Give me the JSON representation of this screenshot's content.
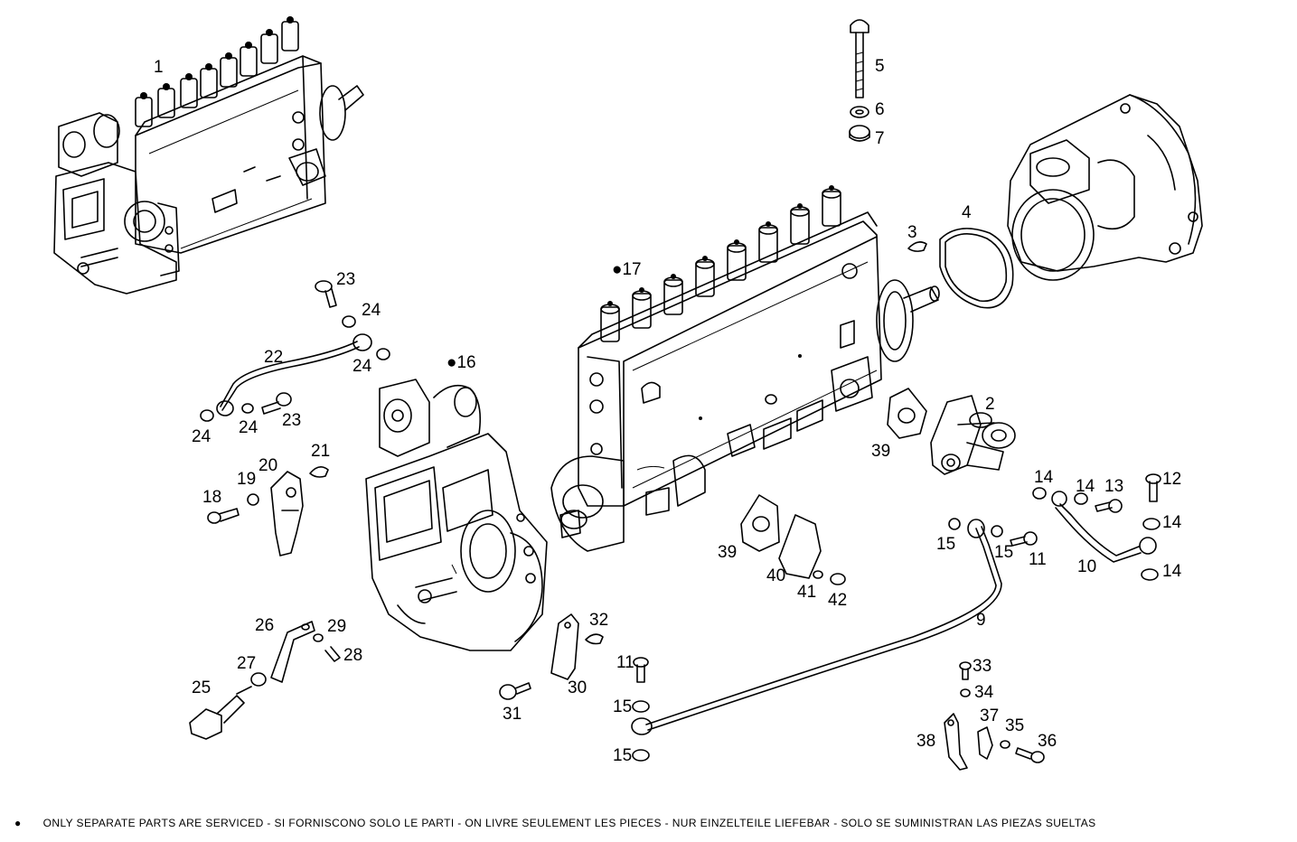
{
  "callouts": [
    {
      "id": "c1",
      "label": "1"
    },
    {
      "id": "c2",
      "label": "2"
    },
    {
      "id": "c3",
      "label": "3"
    },
    {
      "id": "c4",
      "label": "4"
    },
    {
      "id": "c5",
      "label": "5"
    },
    {
      "id": "c6",
      "label": "6"
    },
    {
      "id": "c7",
      "label": "7"
    },
    {
      "id": "c9",
      "label": "9"
    },
    {
      "id": "c10",
      "label": "10"
    },
    {
      "id": "c11a",
      "label": "11"
    },
    {
      "id": "c11b",
      "label": "11"
    },
    {
      "id": "c12",
      "label": "12"
    },
    {
      "id": "c13",
      "label": "13"
    },
    {
      "id": "c14a",
      "label": "14"
    },
    {
      "id": "c14b",
      "label": "14"
    },
    {
      "id": "c14c",
      "label": "14"
    },
    {
      "id": "c14d",
      "label": "14"
    },
    {
      "id": "c15a",
      "label": "15"
    },
    {
      "id": "c15b",
      "label": "15"
    },
    {
      "id": "c15c",
      "label": "15"
    },
    {
      "id": "c15d",
      "label": "15"
    },
    {
      "id": "c16",
      "label": "●16"
    },
    {
      "id": "c17",
      "label": "●17"
    },
    {
      "id": "c18",
      "label": "18"
    },
    {
      "id": "c19",
      "label": "19"
    },
    {
      "id": "c20",
      "label": "20"
    },
    {
      "id": "c21",
      "label": "21"
    },
    {
      "id": "c22",
      "label": "22"
    },
    {
      "id": "c23a",
      "label": "23"
    },
    {
      "id": "c23b",
      "label": "23"
    },
    {
      "id": "c24a",
      "label": "24"
    },
    {
      "id": "c24b",
      "label": "24"
    },
    {
      "id": "c24c",
      "label": "24"
    },
    {
      "id": "c24d",
      "label": "24"
    },
    {
      "id": "c25",
      "label": "25"
    },
    {
      "id": "c26",
      "label": "26"
    },
    {
      "id": "c27",
      "label": "27"
    },
    {
      "id": "c28",
      "label": "28"
    },
    {
      "id": "c29",
      "label": "29"
    },
    {
      "id": "c30",
      "label": "30"
    },
    {
      "id": "c31",
      "label": "31"
    },
    {
      "id": "c32",
      "label": "32"
    },
    {
      "id": "c33",
      "label": "33"
    },
    {
      "id": "c34",
      "label": "34"
    },
    {
      "id": "c35",
      "label": "35"
    },
    {
      "id": "c36",
      "label": "36"
    },
    {
      "id": "c37",
      "label": "37"
    },
    {
      "id": "c38",
      "label": "38"
    },
    {
      "id": "c39a",
      "label": "39"
    },
    {
      "id": "c39b",
      "label": "39"
    },
    {
      "id": "c40",
      "label": "40"
    },
    {
      "id": "c41",
      "label": "41"
    },
    {
      "id": "c42",
      "label": "42"
    }
  ],
  "footer": {
    "bullet": "●",
    "note": "ONLY SEPARATE PARTS ARE SERVICED - SI FORNISCONO SOLO LE PARTI - ON LIVRE SEULEMENT LES PIECES - NUR EINZELTEILE LIEFEBAR - SOLO SE SUMINISTRAN LAS PIEZAS SUELTAS"
  }
}
